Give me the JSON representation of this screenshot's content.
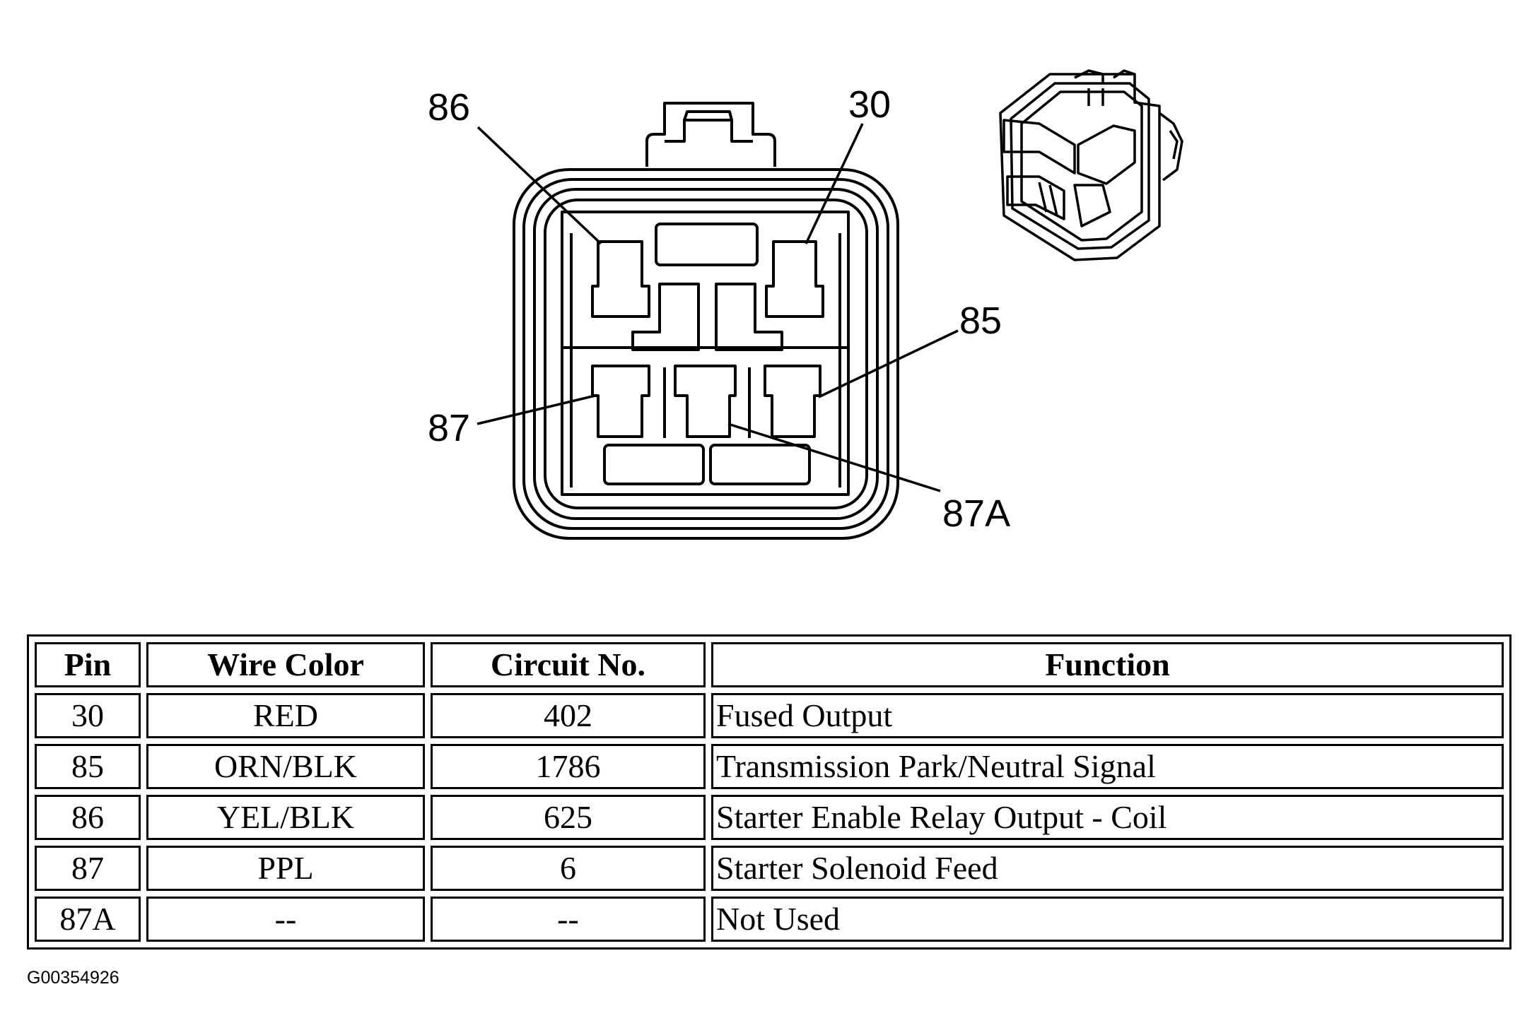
{
  "pin_labels": {
    "p86": "86",
    "p30": "30",
    "p85": "85",
    "p87": "87",
    "p87a": "87A"
  },
  "table": {
    "headers": [
      "Pin",
      "Wire Color",
      "Circuit No.",
      "Function"
    ],
    "rows": [
      [
        "30",
        "RED",
        "402",
        "Fused Output"
      ],
      [
        "85",
        "ORN/BLK",
        "1786",
        "Transmission Park/Neutral Signal"
      ],
      [
        "86",
        "YEL/BLK",
        "625",
        "Starter Enable Relay Output - Coil"
      ],
      [
        "87",
        "PPL",
        "6",
        "Starter Solenoid Feed"
      ],
      [
        "87A",
        "--",
        "--",
        "Not Used"
      ]
    ]
  },
  "figure_id": "G00354926"
}
